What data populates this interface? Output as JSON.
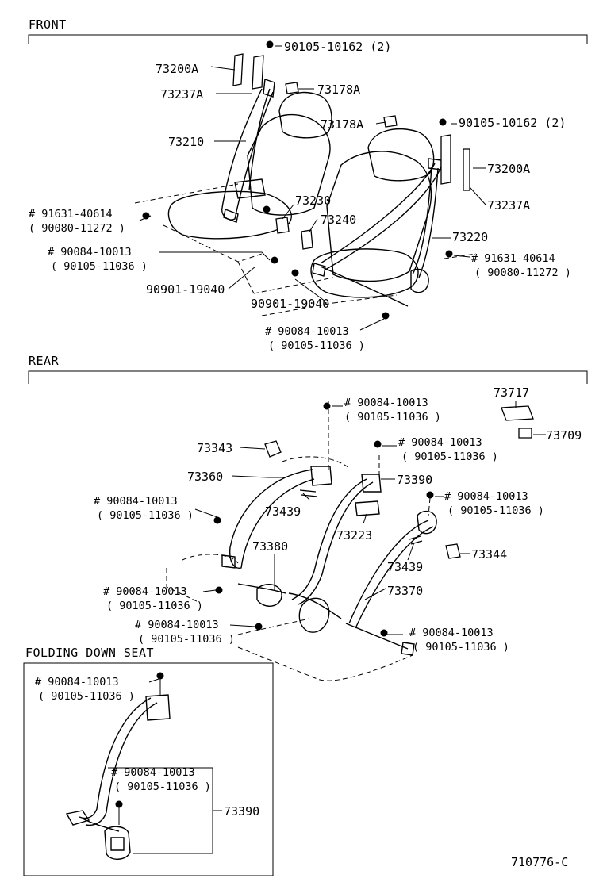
{
  "sections": {
    "front": "FRONT",
    "rear": "REAR",
    "folding": "FOLDING DOWN SEAT"
  },
  "diagram_code": "710776-C",
  "front_labels": {
    "bolt_top_left": "90105-10162 (2)",
    "retractor_cover_left": "73200A",
    "cover_plate_left": "73237A",
    "guide_cap_a": "73178A",
    "guide_cap_b": "73178A",
    "bolt_top_right": "90105-10162 (2)",
    "belt_left": "73210",
    "retractor_cover_right": "73200A",
    "buckle_a": "73230",
    "cover_plate_right": "73237A",
    "buckle_b": "73240",
    "belt_right": "73220",
    "bolt_left_main": "# 91631-40614",
    "bolt_left_sub": "( 90080-11272 )",
    "bolt_right_main": "# 91631-40614",
    "bolt_right_sub": "( 90080-11272 )",
    "bolt_mid_main": "# 90084-10013",
    "bolt_mid_sub": "( 90105-11036 )",
    "bolt_a": "90901-19040",
    "bolt_b": "90901-19040",
    "bolt_bottom_main": "# 90084-10013",
    "bolt_bottom_sub": "( 90105-11036 )"
  },
  "rear_labels": {
    "bolt_top_main": "# 90084-10013",
    "bolt_top_sub": "( 90105-11036 )",
    "plate": "73717",
    "clip": "73709",
    "cover_left": "73343",
    "bolt_mid_main": "# 90084-10013",
    "bolt_mid_sub": "( 90105-11036 )",
    "belt_left": "73360",
    "retractor_center": "73390",
    "bolt_right_main": "# 90084-10013",
    "bolt_right_sub": "( 90105-11036 )",
    "bolt_left_main": "# 90084-10013",
    "bolt_left_sub": "( 90105-11036 )",
    "guide_left": "73439",
    "buckle_center": "73223",
    "cover_right": "73344",
    "buckle_left": "73380",
    "guide_right": "73439",
    "belt_right": "73370",
    "bolt_lower_left_main": "# 90084-10013",
    "bolt_lower_left_sub": "( 90105-11036 )",
    "bolt_bottom_center_main": "# 90084-10013",
    "bolt_bottom_center_sub": "( 90105-11036 )",
    "bolt_bottom_right_main": "# 90084-10013",
    "bolt_bottom_right_sub": "( 90105-11036 )"
  },
  "folding_labels": {
    "bolt_top_main": "# 90084-10013",
    "bolt_top_sub": "( 90105-11036 )",
    "bolt_inner_main": "# 90084-10013",
    "bolt_inner_sub": "( 90105-11036 )",
    "belt": "73390"
  }
}
